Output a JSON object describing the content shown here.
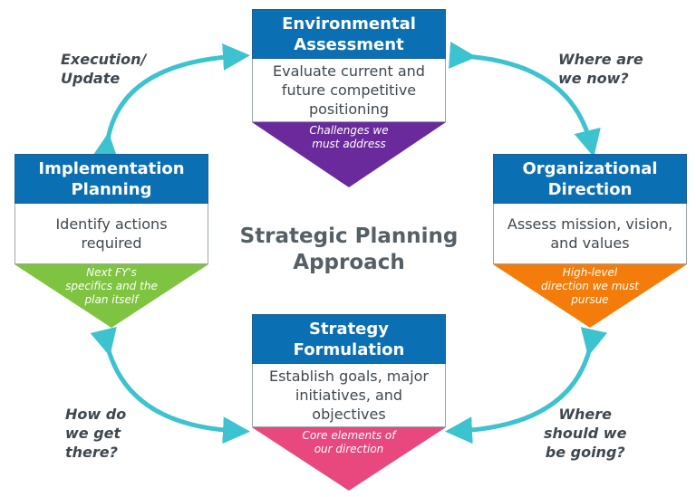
{
  "title": {
    "line1": "Strategic Planning",
    "line2": "Approach"
  },
  "colors": {
    "header_blue": "#0a6fb3",
    "arrow_teal": "#3cc3cf",
    "environmental": "#6a2a9c",
    "organizational": "#f47c0a",
    "strategy": "#e8487e",
    "implementation": "#7ec440"
  },
  "boxes": {
    "environmental": {
      "header": [
        "Environmental",
        "Assessment"
      ],
      "body": [
        "Evaluate current and",
        "future competitive",
        "positioning"
      ],
      "triangle": [
        "Challenges we",
        "must address"
      ]
    },
    "organizational": {
      "header": [
        "Organizational",
        "Direction"
      ],
      "body": [
        "Assess mission, vision,",
        "and values"
      ],
      "triangle": [
        "High-level",
        "direction we must",
        "pursue"
      ]
    },
    "strategy": {
      "header": [
        "Strategy",
        "Formulation"
      ],
      "body": [
        "Establish goals, major",
        "initiatives, and",
        "objectives"
      ],
      "triangle": [
        "Core elements of",
        "our direction"
      ]
    },
    "implementation": {
      "header": [
        "Implementation",
        "Planning"
      ],
      "body": [
        "Identify actions",
        "required"
      ],
      "triangle": [
        "Next FY's",
        "specifics and the",
        "plan itself"
      ]
    }
  },
  "questions": {
    "top_left": [
      "Execution/",
      "Update"
    ],
    "top_right": [
      "Where are",
      "we now?"
    ],
    "bottom_right": [
      "Where",
      "should we",
      "be going?"
    ],
    "bottom_left": [
      "How do",
      "we get",
      "there?"
    ]
  }
}
